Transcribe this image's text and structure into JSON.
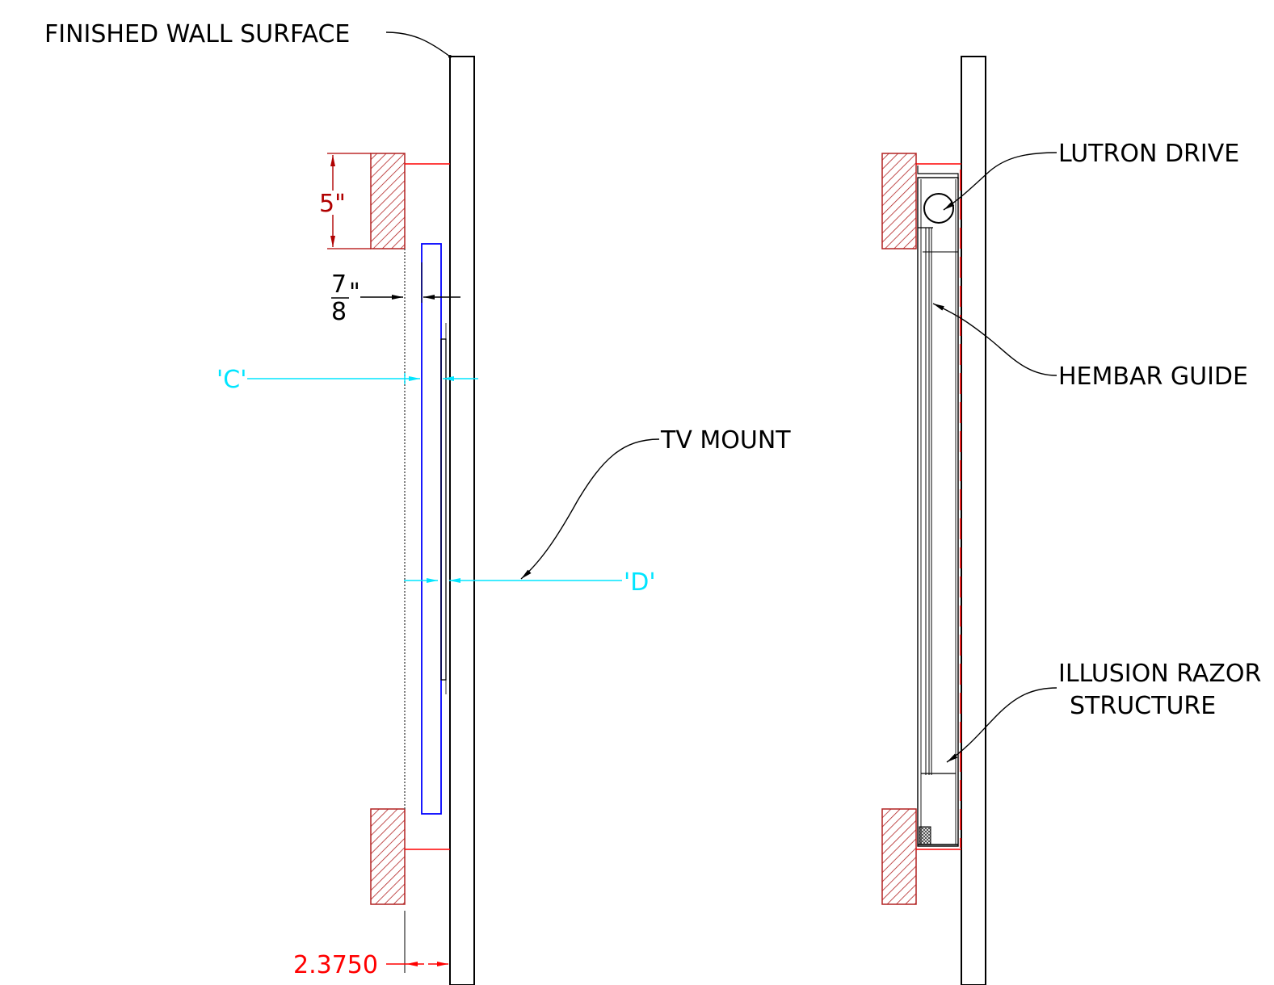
{
  "labels": {
    "finished_wall": "FINISHED WALL SURFACE",
    "lutron_drive": "LUTRON DRIVE",
    "hembar_guide": "HEMBAR GUIDE",
    "tv_mount": "TV MOUNT",
    "illusion_line1": "ILLUSION RAZOR",
    "illusion_line2": "STRUCTURE"
  },
  "dimensions": {
    "header_height": "5\"",
    "gap_num": "7",
    "gap_den": "8",
    "gap_inch": "\"",
    "c_marker": "'C'",
    "d_marker": "'D'",
    "bottom_depth": "2.3750"
  },
  "colors": {
    "lines": "#000000",
    "framing": "#b22222",
    "dimension_red": "#ff0000",
    "dimension_darkred": "#b00000",
    "reference_cyan": "#00e5ff",
    "tv_blue": "#0000ff"
  }
}
